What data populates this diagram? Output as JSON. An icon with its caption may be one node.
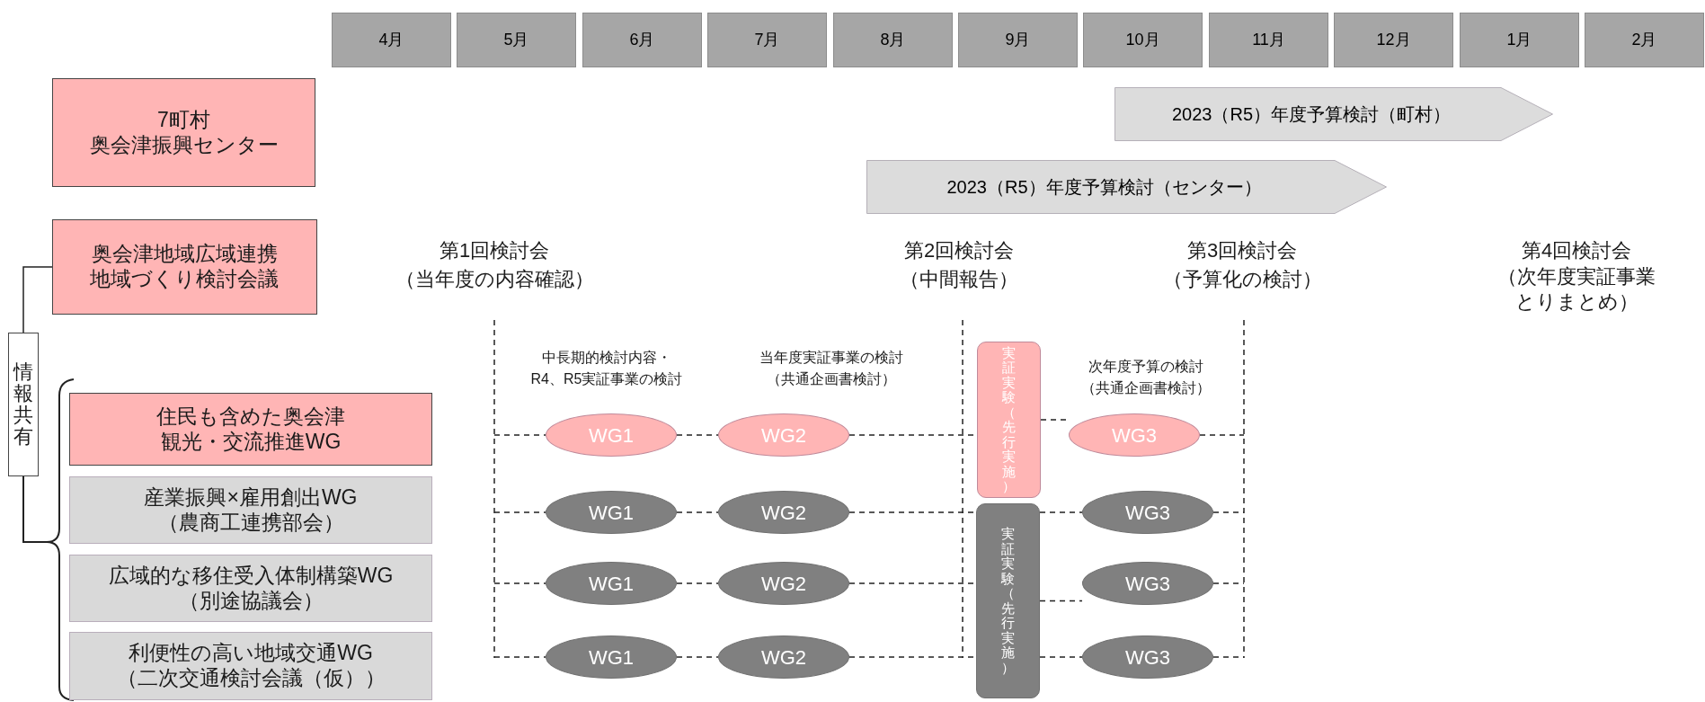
{
  "diagram": {
    "nodes": [
      {
        "text": [
          "4月"
        ]
      },
      {
        "text": [
          "5月"
        ]
      },
      {
        "text": [
          "6月"
        ]
      },
      {
        "text": [
          "7月"
        ]
      },
      {
        "text": [
          "8月"
        ]
      },
      {
        "text": [
          "9月"
        ]
      },
      {
        "text": [
          "10月"
        ]
      },
      {
        "text": [
          "11月"
        ]
      },
      {
        "text": [
          "12月"
        ]
      },
      {
        "text": [
          "1月"
        ]
      },
      {
        "text": [
          "2月"
        ]
      },
      {
        "text": [
          "7町村",
          "奥会津振興センター"
        ]
      },
      {
        "text": [
          "奥会津地域広域連携地域づくり検討会議"
        ]
      },
      {
        "text": [
          "情報共有"
        ]
      },
      {
        "text": [
          "住民も含めた奥会津観光・交流推進WG"
        ]
      },
      {
        "text": [
          "産業振興×雇用創出WG",
          "（農商工連携部会）"
        ]
      },
      {
        "text": [
          "広域的な移住受入体制構築WG",
          "（別途協議会）"
        ]
      },
      {
        "text": [
          "利便性の高い地域交通WG",
          "（二次交通検討会議（仮））"
        ]
      },
      {
        "text": [
          "2023（R5）年度予算検討（町村）"
        ]
      },
      {
        "text": [
          "2023（R5）年度予算検討（センター）"
        ]
      },
      {
        "text": [
          "WG1"
        ]
      },
      {
        "text": [
          "WG2"
        ]
      },
      {
        "text": [
          "実証実験（先行実施）"
        ]
      },
      {
        "text": [
          "WG3"
        ]
      },
      {
        "text": [
          "WG1"
        ]
      },
      {
        "text": [
          "WG2"
        ]
      },
      {
        "text": [
          "実証実験（先行実施）"
        ]
      },
      {
        "text": [
          "WG3"
        ]
      },
      {
        "text": [
          "WG1"
        ]
      },
      {
        "text": [
          "WG2"
        ]
      },
      {
        "text": [
          "WG3"
        ]
      },
      {
        "text": [
          "WG1"
        ]
      },
      {
        "text": [
          "WG2"
        ]
      },
      {
        "text": [
          "WG3"
        ]
      }
    ],
    "edges": [
      {
        "from": 12,
        "to": 13,
        "arrow": "none"
      },
      {
        "from": 20,
        "to": 21,
        "arrow": "none",
        "style": "dashed"
      },
      {
        "from": 21,
        "to": 22,
        "arrow": "none",
        "style": "dashed"
      },
      {
        "from": 22,
        "to": 23,
        "arrow": "none",
        "style": "dashed"
      },
      {
        "from": 24,
        "to": 25,
        "arrow": "none",
        "style": "dashed"
      },
      {
        "from": 25,
        "to": 26,
        "arrow": "none",
        "style": "dashed"
      },
      {
        "from": 26,
        "to": 27,
        "arrow": "none",
        "style": "dashed"
      },
      {
        "from": 28,
        "to": 29,
        "arrow": "none",
        "style": "dashed"
      },
      {
        "from": 29,
        "to": 26,
        "arrow": "none",
        "style": "dashed"
      },
      {
        "from": 26,
        "to": 30,
        "arrow": "none",
        "style": "dashed"
      },
      {
        "from": 31,
        "to": 32,
        "arrow": "none",
        "style": "dashed"
      },
      {
        "from": 32,
        "to": 26,
        "arrow": "none",
        "style": "dashed"
      },
      {
        "from": 26,
        "to": 33,
        "arrow": "none",
        "style": "dashed"
      }
    ],
    "labels": [
      "第1回検討会",
      "（当年度の内容確認）",
      "第2回検討会",
      "（中間報告）",
      "第3回検討会",
      "（予算化の検討）",
      "第4回検討会",
      "（次年度実証事業とりまとめ）",
      "中長期的検討内容・",
      "R4、R5実証事業の検討",
      "当年度実証事業の検討",
      "（共通企画書検討）",
      "次年度予算の検討",
      "（共通企画書検討）"
    ]
  }
}
